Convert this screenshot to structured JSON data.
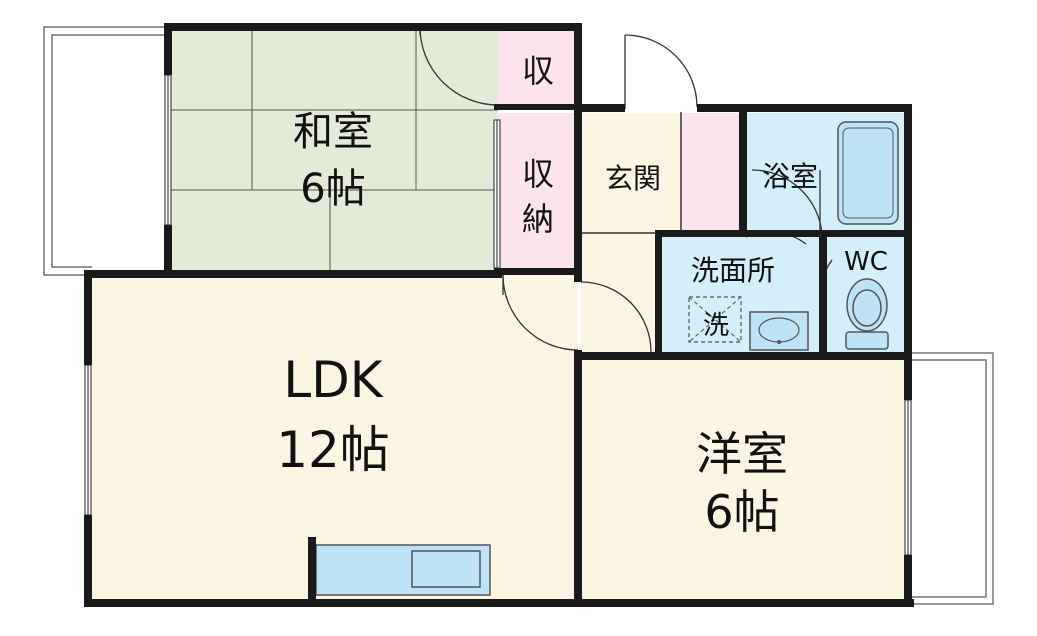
{
  "rooms": {
    "washitsu": {
      "name": "和室",
      "size": "6帖"
    },
    "storage_small": {
      "name": "収"
    },
    "storage": {
      "line1": "収",
      "line2": "納"
    },
    "genkan": {
      "name": "玄関"
    },
    "bath": {
      "name": "浴室"
    },
    "washroom": {
      "name": "洗面所",
      "washer": "洗"
    },
    "wc": {
      "name": "WC"
    },
    "ldk": {
      "name": "LDK",
      "size": "12帖"
    },
    "yoshitsu": {
      "name": "洋室",
      "size": "6帖"
    }
  },
  "colors": {
    "wall": "#1a1a1a",
    "tatami": "#e3ead8",
    "floor": "#fdf5e4",
    "storage": "#fbe4ee",
    "water": "#d4eefa",
    "fixture": "#bfe3f6"
  }
}
